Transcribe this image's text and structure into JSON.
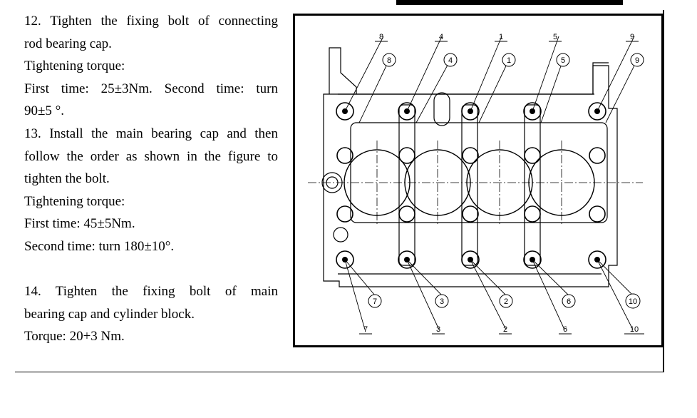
{
  "steps": [
    {
      "heading": "12. Tighten the fixing bolt of connecting",
      "heading_cont": "rod bearing cap.",
      "torque_label": "Tightening torque:",
      "line1": "First time: 25±3Nm. Second time: turn",
      "line2": "90±5 °."
    },
    {
      "heading": "13. Install the main bearing cap and then",
      "heading_cont1": "follow the order as shown in the figure to",
      "heading_cont2": "tighten the bolt.",
      "torque_label": "Tightening torque:",
      "line1": "First time: 45±5Nm.",
      "line2": "Second time: turn 180±10°."
    },
    {
      "heading": "14. Tighten the fixing bolt of main",
      "heading_cont": "bearing cap and cylinder block.",
      "torque": "Torque: 20+3 Nm."
    }
  ],
  "figure": {
    "top_callouts": [
      "8",
      "4",
      "1",
      "5",
      "9"
    ],
    "top_circled": [
      "8",
      "4",
      "1",
      "5",
      "9"
    ],
    "bottom_circled": [
      "7",
      "3",
      "2",
      "6",
      "10"
    ],
    "bottom_callouts": [
      "7",
      "3",
      "2",
      "6",
      "10"
    ]
  }
}
